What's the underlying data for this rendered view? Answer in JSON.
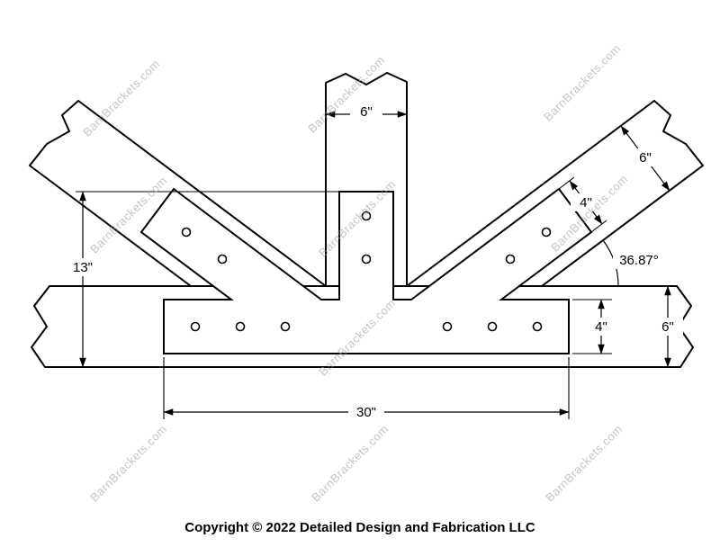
{
  "watermark": {
    "text": "BarnBrackets.com"
  },
  "footer": {
    "copyright": "Copyright © 2022 Detailed Design and Fabrication LLC"
  },
  "dimensions": {
    "post_width": "6\"",
    "brace_depth": "6\"",
    "brace_bracket_width": "4\"",
    "angle": "36.87°",
    "truss_height": "13\"",
    "plate_height": "4\"",
    "beam_depth": "6\"",
    "plate_length": "30\""
  },
  "colors": {
    "line": "#000000",
    "watermark": "#9e9e9e",
    "background": "#ffffff"
  }
}
